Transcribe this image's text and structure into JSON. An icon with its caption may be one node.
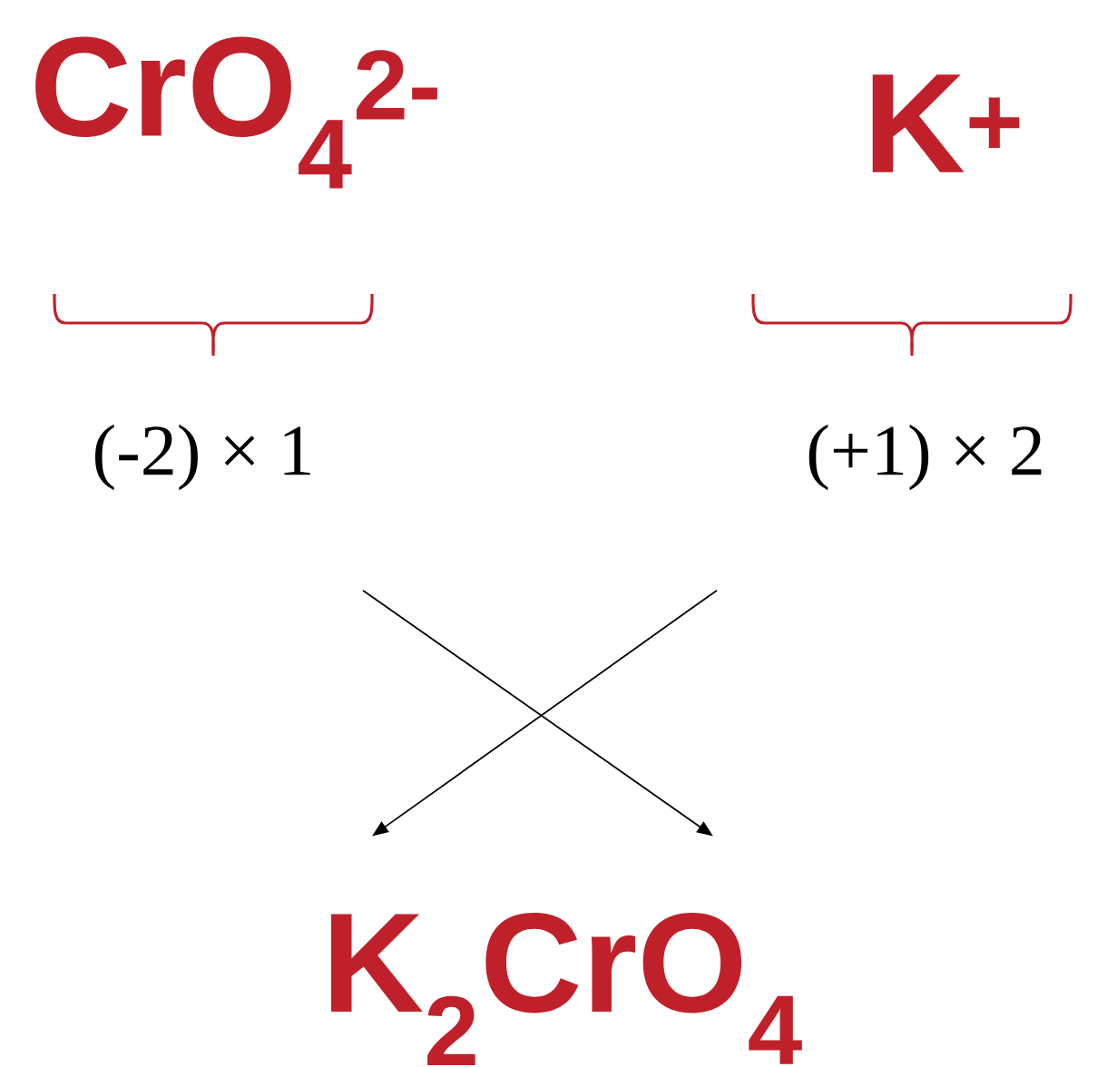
{
  "diagram": {
    "nodes": [
      {
        "text": [
          "CrO$_{4}$$^{2-}$"
        ]
      },
      {
        "text": [
          "K$^{+}$"
        ]
      },
      {
        "text": [
          "(-2) × 1"
        ]
      },
      {
        "text": [
          "(+1) × 2"
        ]
      },
      {
        "text": [
          "K$_{2}$CrO$_{4}$"
        ]
      }
    ],
    "edges": [
      {
        "from": 2,
        "to": 4,
        "arrow": "to"
      },
      {
        "from": 3,
        "to": 4,
        "arrow": "to"
      }
    ]
  }
}
